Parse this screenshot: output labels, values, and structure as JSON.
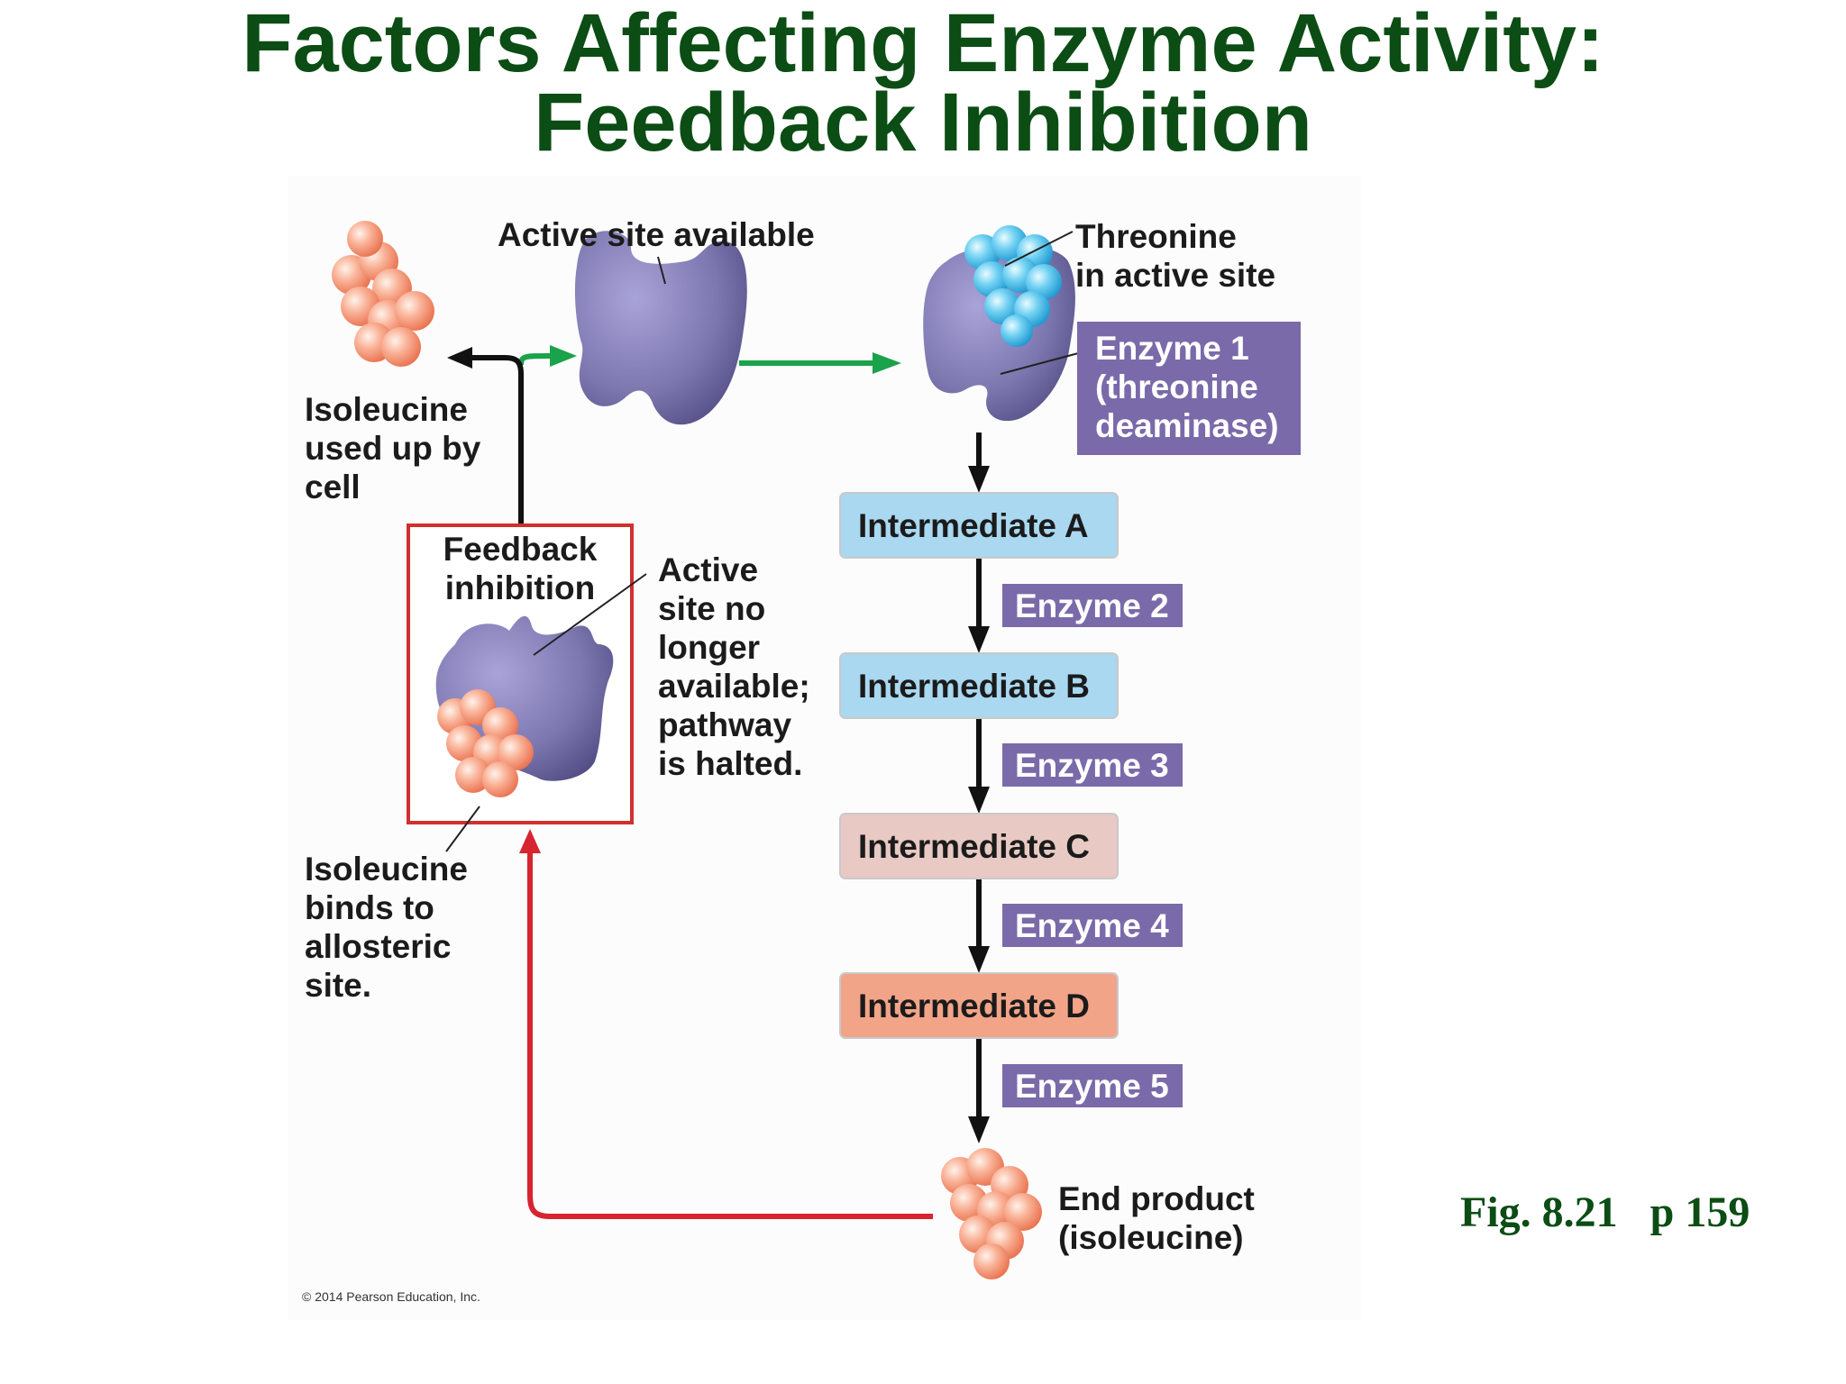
{
  "title": {
    "line1": "Factors Affecting Enzyme Activity:",
    "line2": "Feedback Inhibition"
  },
  "figure_ref": "Fig. 8.21   p 159",
  "labels": {
    "active_site_available": "Active site available",
    "threonine_line1": "Threonine",
    "threonine_line2": "in active site",
    "enzyme1_line1": "Enzyme 1",
    "enzyme1_line2": "(threonine",
    "enzyme1_line3": "deaminase)",
    "isoleucine_used_line1": "Isoleucine",
    "isoleucine_used_line2": "used up by",
    "isoleucine_used_line3": "cell",
    "feedback_line1": "Feedback",
    "feedback_line2": "inhibition",
    "active_no_line1": "Active",
    "active_no_line2": "site no",
    "active_no_line3": "longer",
    "active_no_line4": "available;",
    "active_no_line5": "pathway",
    "active_no_line6": "is halted.",
    "binds_line1": "Isoleucine",
    "binds_line2": "binds to",
    "binds_line3": "allosteric",
    "binds_line4": "site.",
    "end_line1": "End product",
    "end_line2": "(isoleucine)",
    "copyright": "© 2014 Pearson Education, Inc."
  },
  "intermediates": [
    {
      "label": "Intermediate A",
      "color": "#a9d8f0"
    },
    {
      "label": "Intermediate B",
      "color": "#a9d8f0"
    },
    {
      "label": "Intermediate C",
      "color": "#e8c9c4"
    },
    {
      "label": "Intermediate D",
      "color": "#f2a488"
    }
  ],
  "enzymes": [
    "Enzyme 2",
    "Enzyme 3",
    "Enzyme 4",
    "Enzyme 5"
  ],
  "colors": {
    "title": "#0b4d14",
    "enzyme_label_bg": "#7a6aaa",
    "enzyme_body": "#7d77b0",
    "threonine": "#48bde8",
    "isoleucine": "#f59a7a",
    "green_arrow": "#1aa34a",
    "red_arrow": "#d62430",
    "feedback_box": "#d03030"
  }
}
